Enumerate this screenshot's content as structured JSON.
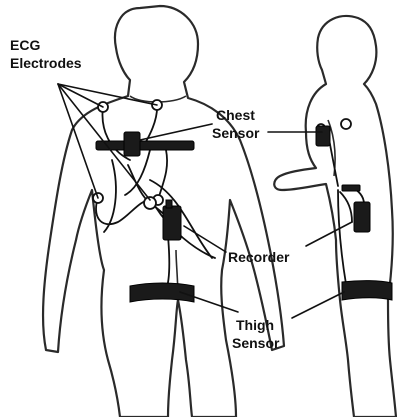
{
  "labels": {
    "ecg_line1": "ECG",
    "ecg_line2": "Electrodes",
    "chest_line1": "Chest",
    "chest_line2": "Sensor",
    "recorder": "Recorder",
    "thigh_line1": "Thigh",
    "thigh_line2": "Sensor"
  },
  "colors": {
    "ink": "#111111",
    "device": "#1a1a1a",
    "background": "#ffffff"
  }
}
